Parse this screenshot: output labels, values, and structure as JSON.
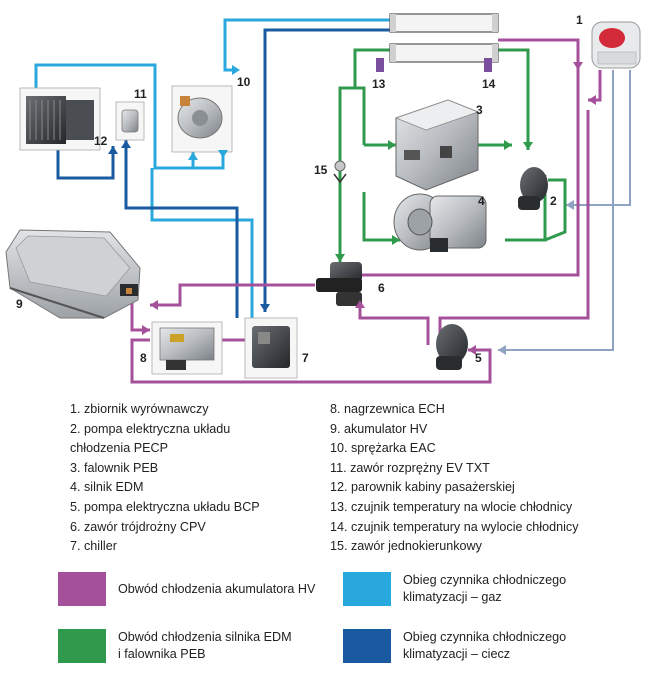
{
  "numbers": {
    "n1": "1",
    "n2": "2",
    "n3": "3",
    "n4": "4",
    "n5": "5",
    "n6": "6",
    "n7": "7",
    "n8": "8",
    "n9": "9",
    "n10": "10",
    "n11": "11",
    "n12": "12",
    "n13": "13",
    "n14": "14",
    "n15": "15"
  },
  "legend_left": [
    "1. zbiornik wyrównawczy",
    "2. pompa elektryczna układu chłodzenia PECP",
    "3. falownik PEB",
    "4. silnik EDM",
    "5. pompa elektryczna układu BCP",
    "6. zawór trójdrożny CPV",
    "7. chiller"
  ],
  "legend_right": [
    "8. nagrzewnica ECH",
    "9. akumulator HV",
    "10. sprężarka EAC",
    "11. zawór rozprężny EV TXT",
    "12. parownik kabiny pasażerskiej",
    "13. czujnik temperatury na wlocie chłodnicy",
    "14. czujnik temperatury na wylocie chłodnicy",
    "15. zawór jednokierunkowy"
  ],
  "keys": {
    "purple": {
      "color": "#a4509a",
      "line1": "Obwód chłodzenia akumulatora HV",
      "line2": ""
    },
    "green": {
      "color": "#2f9a4c",
      "line1": "Obwód chłodzenia silnika EDM",
      "line2": "i falownika PEB"
    },
    "light_blue": {
      "color": "#29a8dd",
      "line1": "Obieg czynnika chłodniczego",
      "line2": "klimatyzacji – gaz"
    },
    "dark_blue": {
      "color": "#1a5aa0",
      "line1": "Obieg czynnika chłodniczego",
      "line2": "klimatyzacji – ciecz"
    }
  },
  "colors": {
    "purple": "#a4509a",
    "green": "#2f9a4c",
    "light_blue": "#29a8dd",
    "dark_blue": "#1a5aa0",
    "gray_line": "#8fa3c4"
  }
}
